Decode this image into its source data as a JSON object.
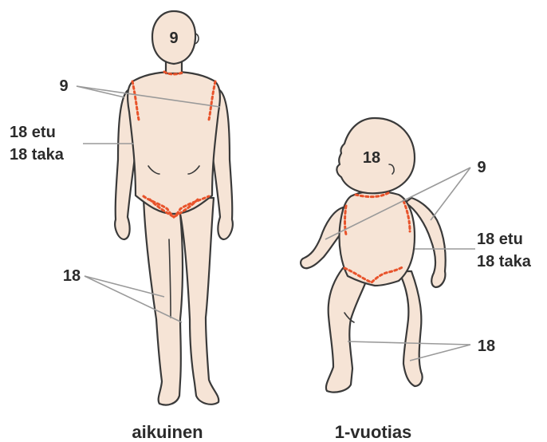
{
  "adult": {
    "head": "9",
    "arm": "9",
    "trunk_front": "18 etu",
    "trunk_back": "18 taka",
    "leg": "18",
    "caption": "aikuinen"
  },
  "child": {
    "head": "18",
    "arm": "9",
    "trunk_front": "18 etu",
    "trunk_back": "18 taka",
    "leg": "18",
    "caption": "1-vuotias"
  },
  "colors": {
    "skin": "#f6e4d6",
    "outline": "#3a3a3a",
    "region_boundary": "#e8532b",
    "leader_line": "#9a9a9a",
    "text": "#2b2b2b"
  }
}
